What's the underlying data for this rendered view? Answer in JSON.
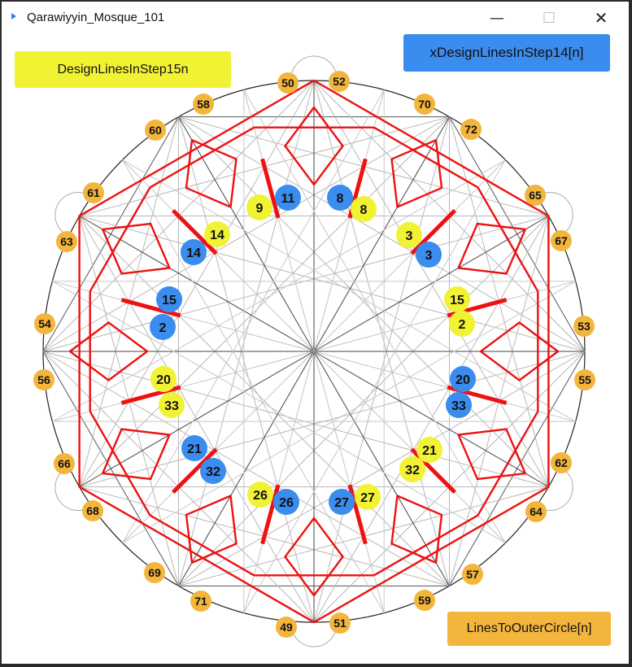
{
  "window": {
    "title": "Qarawiyyin_Mosque_101",
    "minimize": "—",
    "maximize": "☐",
    "close": "✕"
  },
  "buttons": {
    "yellow": "DesignLinesInStep15n",
    "blue": "xDesignLinesInStep14[n]",
    "orange": "LinesToOuterCircle[n]"
  },
  "colors": {
    "yellow": "#f2f234",
    "blue": "#3a8cee",
    "orange": "#f3b53c",
    "red": "#ee1111"
  },
  "markers": [
    {
      "t": "o",
      "n": "50"
    },
    {
      "t": "o",
      "n": "52"
    },
    {
      "t": "o",
      "n": "58"
    },
    {
      "t": "o",
      "n": "70"
    },
    {
      "t": "o",
      "n": "60"
    },
    {
      "t": "o",
      "n": "72"
    },
    {
      "t": "o",
      "n": "61"
    },
    {
      "t": "o",
      "n": "65"
    },
    {
      "t": "o",
      "n": "63"
    },
    {
      "t": "o",
      "n": "67"
    },
    {
      "t": "o",
      "n": "54"
    },
    {
      "t": "o",
      "n": "53"
    },
    {
      "t": "o",
      "n": "56"
    },
    {
      "t": "o",
      "n": "55"
    },
    {
      "t": "o",
      "n": "66"
    },
    {
      "t": "o",
      "n": "62"
    },
    {
      "t": "o",
      "n": "68"
    },
    {
      "t": "o",
      "n": "64"
    },
    {
      "t": "o",
      "n": "69"
    },
    {
      "t": "o",
      "n": "57"
    },
    {
      "t": "o",
      "n": "71"
    },
    {
      "t": "o",
      "n": "59"
    },
    {
      "t": "o",
      "n": "49"
    },
    {
      "t": "o",
      "n": "51"
    },
    {
      "t": "b",
      "n": "11"
    },
    {
      "t": "y",
      "n": "9"
    },
    {
      "t": "b",
      "n": "8"
    },
    {
      "t": "y",
      "n": "8"
    },
    {
      "t": "y",
      "n": "14"
    },
    {
      "t": "b",
      "n": "14"
    },
    {
      "t": "y",
      "n": "3"
    },
    {
      "t": "b",
      "n": "3"
    },
    {
      "t": "b",
      "n": "15"
    },
    {
      "t": "y",
      "n": "15"
    },
    {
      "t": "b",
      "n": "2"
    },
    {
      "t": "y",
      "n": "2"
    },
    {
      "t": "y",
      "n": "20"
    },
    {
      "t": "b",
      "n": "20"
    },
    {
      "t": "y",
      "n": "33"
    },
    {
      "t": "b",
      "n": "33"
    },
    {
      "t": "b",
      "n": "21"
    },
    {
      "t": "y",
      "n": "21"
    },
    {
      "t": "b",
      "n": "32"
    },
    {
      "t": "y",
      "n": "32"
    },
    {
      "t": "y",
      "n": "26"
    },
    {
      "t": "b",
      "n": "26"
    },
    {
      "t": "b",
      "n": "27"
    },
    {
      "t": "y",
      "n": "27"
    }
  ]
}
